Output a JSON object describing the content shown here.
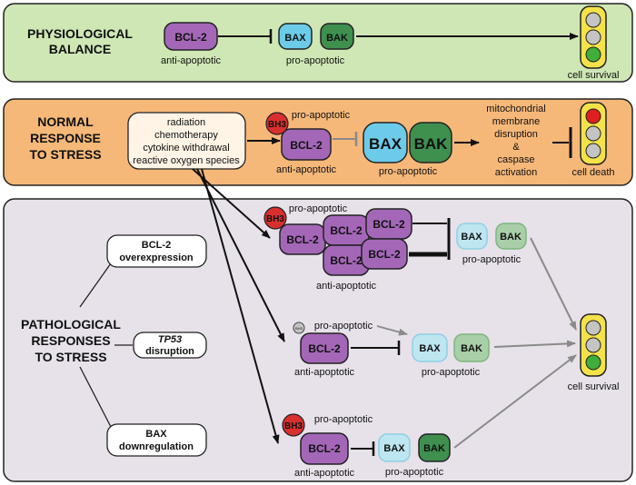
{
  "panels": {
    "top": {
      "title_lines": [
        "PHYSIOLOGICAL",
        "BALANCE"
      ],
      "bcl2": "BCL-2",
      "anti_label": "anti-apoptotic",
      "bax": "BAX",
      "bak": "BAK",
      "pro_label": "pro-apoptotic",
      "outcome": "cell survival"
    },
    "middle": {
      "title_lines": [
        "NORMAL",
        "RESPONSE",
        "TO STRESS"
      ],
      "stress_lines": [
        "radiation",
        "chemotherapy",
        "cytokine withdrawal",
        "reactive oxygen species"
      ],
      "bh3": "BH3",
      "bh3_label": "pro-apoptotic",
      "bcl2": "BCL-2",
      "anti_label": "anti-apoptotic",
      "bax": "BAX",
      "bak": "BAK",
      "pro_label": "pro-apoptotic",
      "effect_lines": [
        "mitochondrial",
        "membrane",
        "disruption",
        "&",
        "caspase",
        "activation"
      ],
      "outcome": "cell death"
    },
    "bottom": {
      "title_lines": [
        "PATHOLOGICAL",
        "RESPONSES",
        "TO STRESS"
      ],
      "cause1_lines": [
        "BCL-2",
        "overexpression"
      ],
      "cause2_italic": "TP53",
      "cause2_text": "disruption",
      "cause3_lines": [
        "BAX",
        "downregulation"
      ],
      "row1": {
        "bh3": "BH3",
        "bh3_label": "pro-apoptotic",
        "bcl2": "BCL-2",
        "anti_label": "anti-apoptotic",
        "bax": "BAX",
        "bak": "BAK",
        "pro_label": "pro-apoptotic"
      },
      "row2": {
        "bh3_small": "BH3",
        "bh3_label": "pro-apoptotic",
        "bcl2": "BCL-2",
        "anti_label": "anti-apoptotic",
        "bax": "BAX",
        "bak": "BAK",
        "pro_label": "pro-apoptotic"
      },
      "row3": {
        "bh3": "BH3",
        "bh3_label": "pro-apoptotic",
        "bcl2": "BCL-2",
        "anti_label": "anti-apoptotic",
        "bax": "BAX",
        "bak": "BAK",
        "pro_label": "pro-apoptotic"
      },
      "outcome": "cell survival"
    }
  },
  "colors": {
    "top_panel": "#cfe7b5",
    "middle_panel": "#f6b879",
    "bottom_panel": "#e7e1ea",
    "bcl2": "#a467b8",
    "bax": "#6ccbe8",
    "bak": "#3f8f4f",
    "bh3": "#d92f2f",
    "light_yellow": "#f3e24a",
    "light_green": "#3fae3a",
    "light_red": "#e01f1f",
    "light_off": "#c4c4c4"
  }
}
